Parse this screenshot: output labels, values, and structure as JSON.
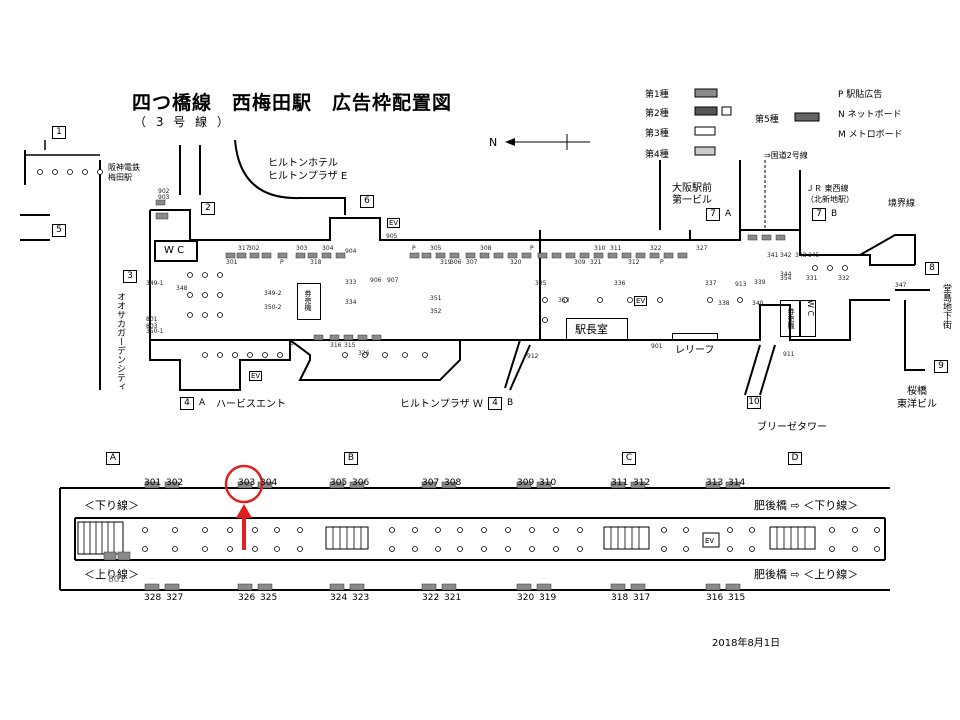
{
  "header": {
    "title": "四つ橋線　西梅田駅　広告枠配置図",
    "subtitle": "（ 3 号 線 ）",
    "date": "2018年8月1日"
  },
  "compass": {
    "label": "N"
  },
  "legend": {
    "type1": "第1種",
    "type2": "第2種",
    "type3": "第3種",
    "type4": "第4種",
    "type5": "第5種",
    "p": "P 駅貼広告",
    "n": "N ネットボード",
    "m": "M メトロボード"
  },
  "exits": {
    "e1": "1",
    "e2": "2",
    "e3": "3",
    "e4": "4",
    "e5": "5",
    "e6": "6",
    "e7": "7",
    "e7b": "7",
    "e8": "8",
    "e9": "9",
    "e10": "10",
    "e4b": "4"
  },
  "places": {
    "hanshin": "阪神電鉄\n梅田駅",
    "hilton_e": "ヒルトンホテル\nヒルトンプラザ E",
    "osaka_eki": "大阪駅前\n第一ビル",
    "jr": "ＪＲ 東西線\n（北新地駅）",
    "kokudo": "⇒国道2号線",
    "kyokai": "境界線",
    "garden": "オオサカガーデンシティ",
    "herbis": "ハービスエント",
    "hilton_w": "ヒルトンプラザ Ｗ",
    "breeze": "ブリーゼタワー",
    "sakurabashi": "桜橋\n東洋ビル",
    "dojima": "堂島地下街",
    "ekichou": "駅長室",
    "relief": "レリーフ",
    "wc": "W C",
    "ken": "券売機",
    "ev": "EV",
    "a": "A",
    "b": "B"
  },
  "platform": {
    "sections": [
      "A",
      "B",
      "C",
      "D"
    ],
    "down_label": "＜下り線＞",
    "up_label": "＜上り線＞",
    "higobashi_down": "肥後橋 ⇨ ＜下り線＞",
    "higobashi_up": "肥後橋 ⇨ ＜上り線＞",
    "top_ads": [
      "301",
      "302",
      "303",
      "304",
      "305",
      "306",
      "307",
      "308",
      "309",
      "310",
      "311",
      "312",
      "313",
      "314"
    ],
    "bottom_ads": [
      "328",
      "327",
      "326",
      "325",
      "324",
      "323",
      "322",
      "321",
      "320",
      "319",
      "318",
      "317",
      "316",
      "315"
    ],
    "extra_ad": "801",
    "ev": "EV",
    "highlight": "303"
  },
  "concourse_ads": {
    "row_top": [
      "317",
      "301",
      "302",
      "P",
      "303",
      "318",
      "304",
      "319",
      "305",
      "306",
      "P",
      "307",
      "308",
      "320",
      "P",
      "309",
      "310",
      "321",
      "311",
      "312",
      "322",
      "P",
      "327"
    ],
    "row_bottom": [
      "P",
      "316",
      "315",
      "326"
    ],
    "misc": [
      "902",
      "903",
      "904",
      "905",
      "906",
      "907",
      "333",
      "334",
      "335",
      "336",
      "337",
      "338",
      "339",
      "340",
      "341",
      "342",
      "343",
      "344",
      "345",
      "347",
      "348",
      "349-1",
      "350-1",
      "349-2",
      "350-2",
      "351",
      "352",
      "353",
      "354",
      "331",
      "332",
      "801",
      "803",
      "901",
      "911",
      "912",
      "913"
    ]
  },
  "colors": {
    "highlight": "#e02020",
    "ad_gray": "#8a8a8a"
  }
}
